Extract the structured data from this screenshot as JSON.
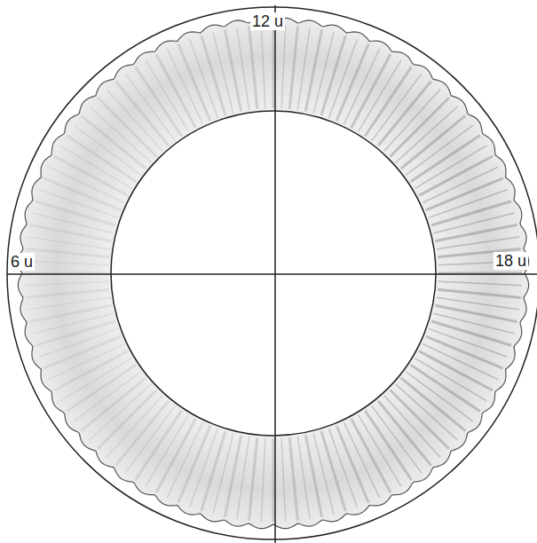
{
  "diagram": {
    "labels": [
      "12 u",
      "6 u",
      "18 u"
    ]
  }
}
